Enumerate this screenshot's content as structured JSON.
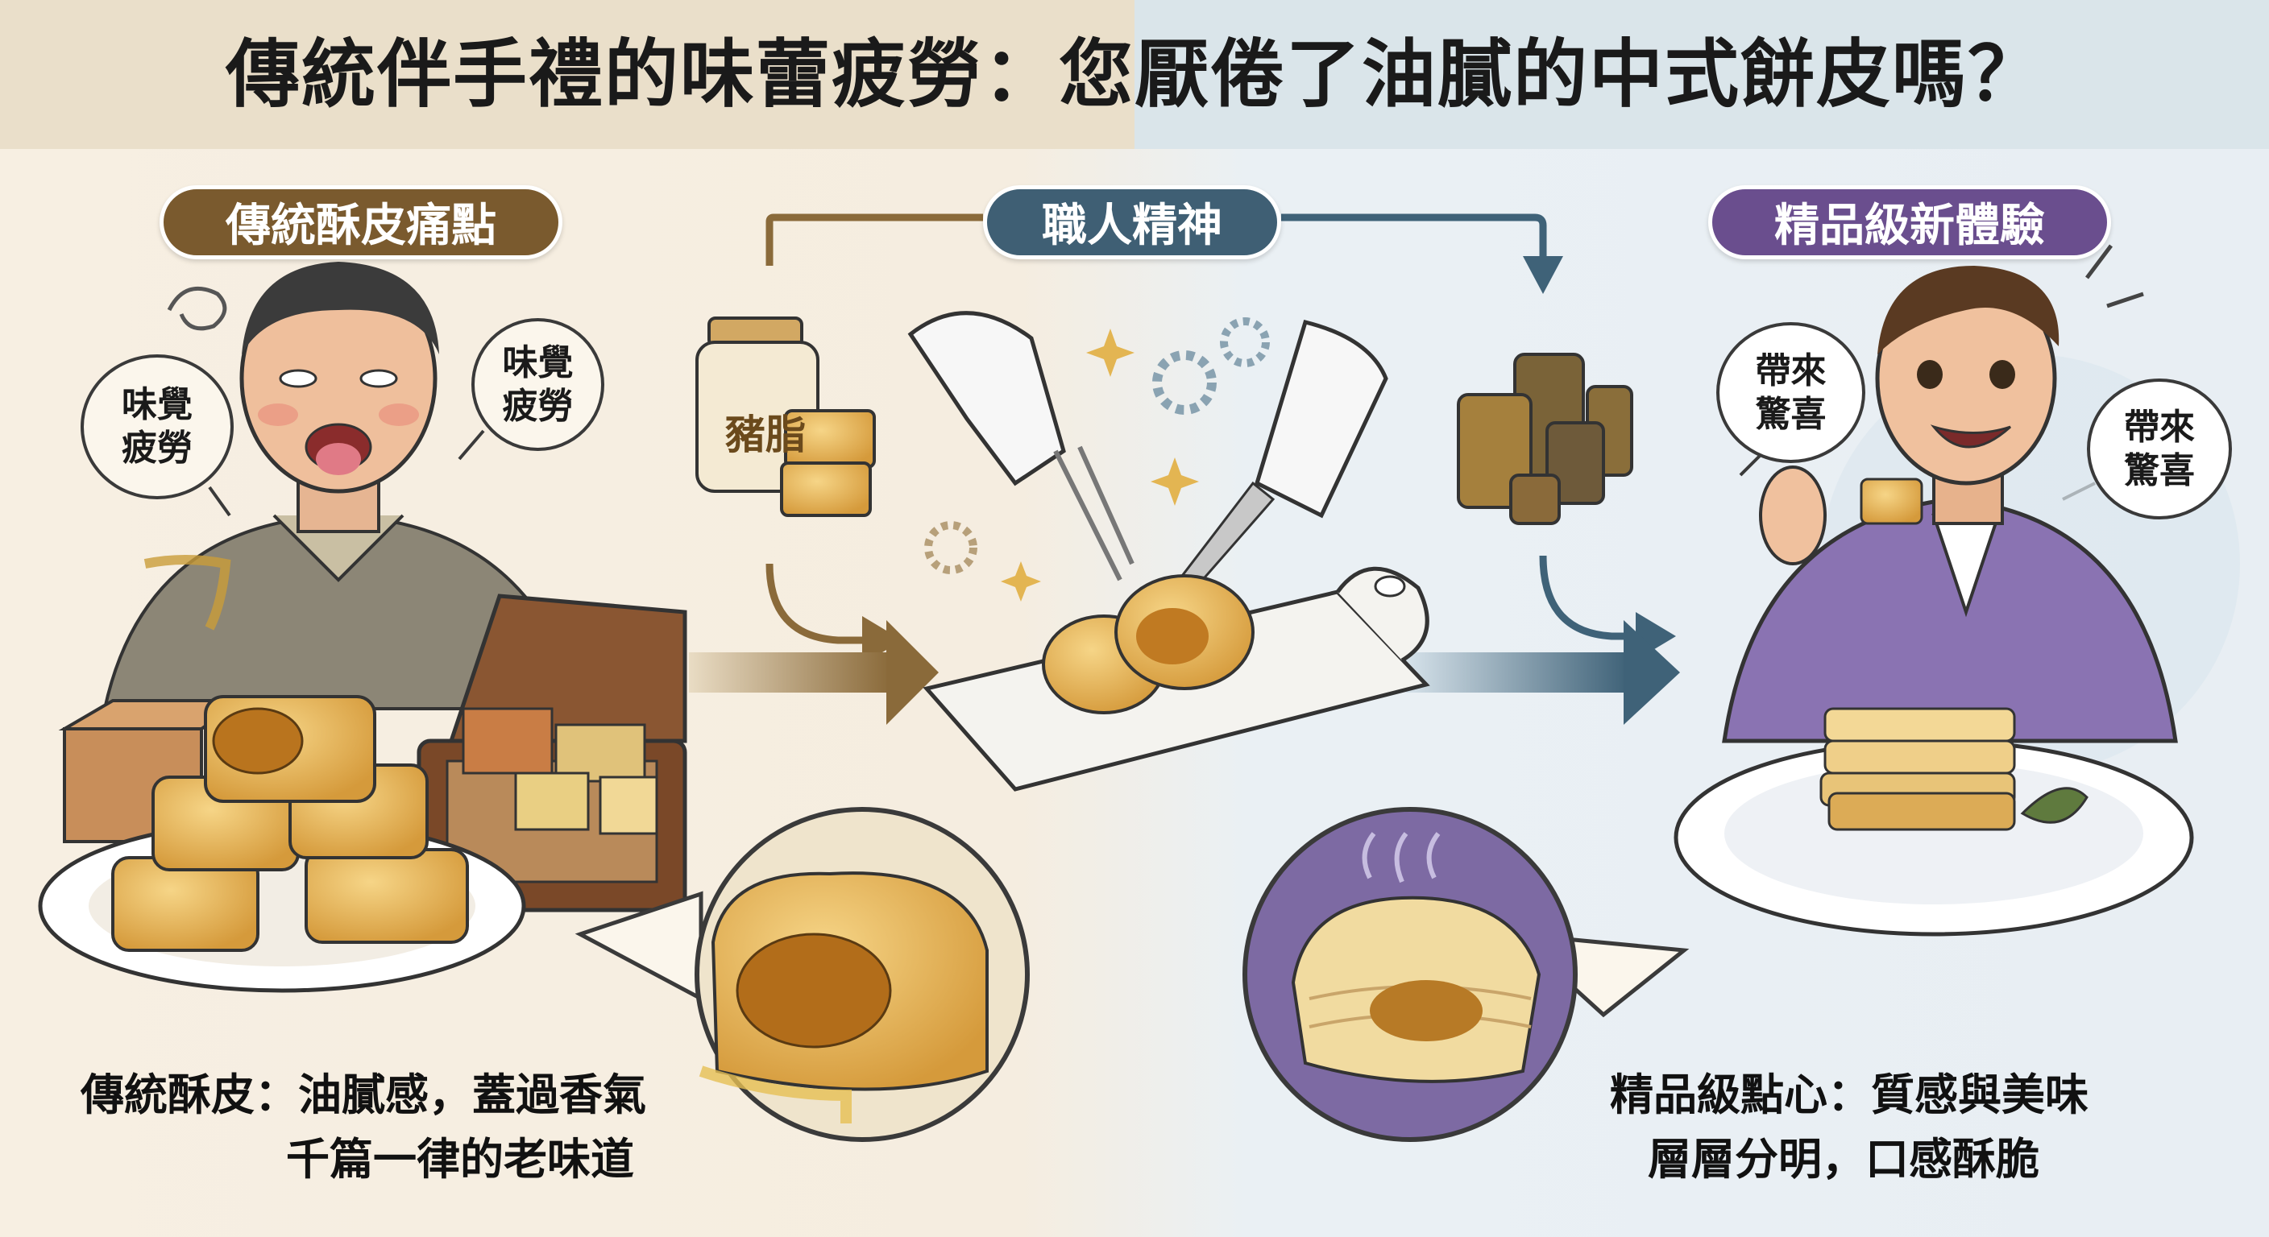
{
  "title": "傳統伴手禮的味蕾疲勞：您厭倦了油膩的中式餅皮嗎？",
  "sections": {
    "traditional": {
      "label": "傳統酥皮痛點"
    },
    "craftsman": {
      "label": "職人精神"
    },
    "premium": {
      "label": "精品級新體驗"
    }
  },
  "bubbles": {
    "left_1": "味覺\n疲勞",
    "left_2": "味覺\n疲勞",
    "right_1": "帶來\n驚喜",
    "right_2": "帶來\n驚喜"
  },
  "jar_label": "豬脂",
  "captions": {
    "left_line1": "傳統酥皮：油膩感，蓋過香氣",
    "left_line2": "千篇一律的老味道",
    "right_line1": "精品級點心：質感與美味",
    "right_line2": "層層分明，口感酥脆"
  },
  "colors": {
    "traditional": "#7a5a2e",
    "craftsman": "#3f5f74",
    "premium": "#6a4e8e"
  }
}
